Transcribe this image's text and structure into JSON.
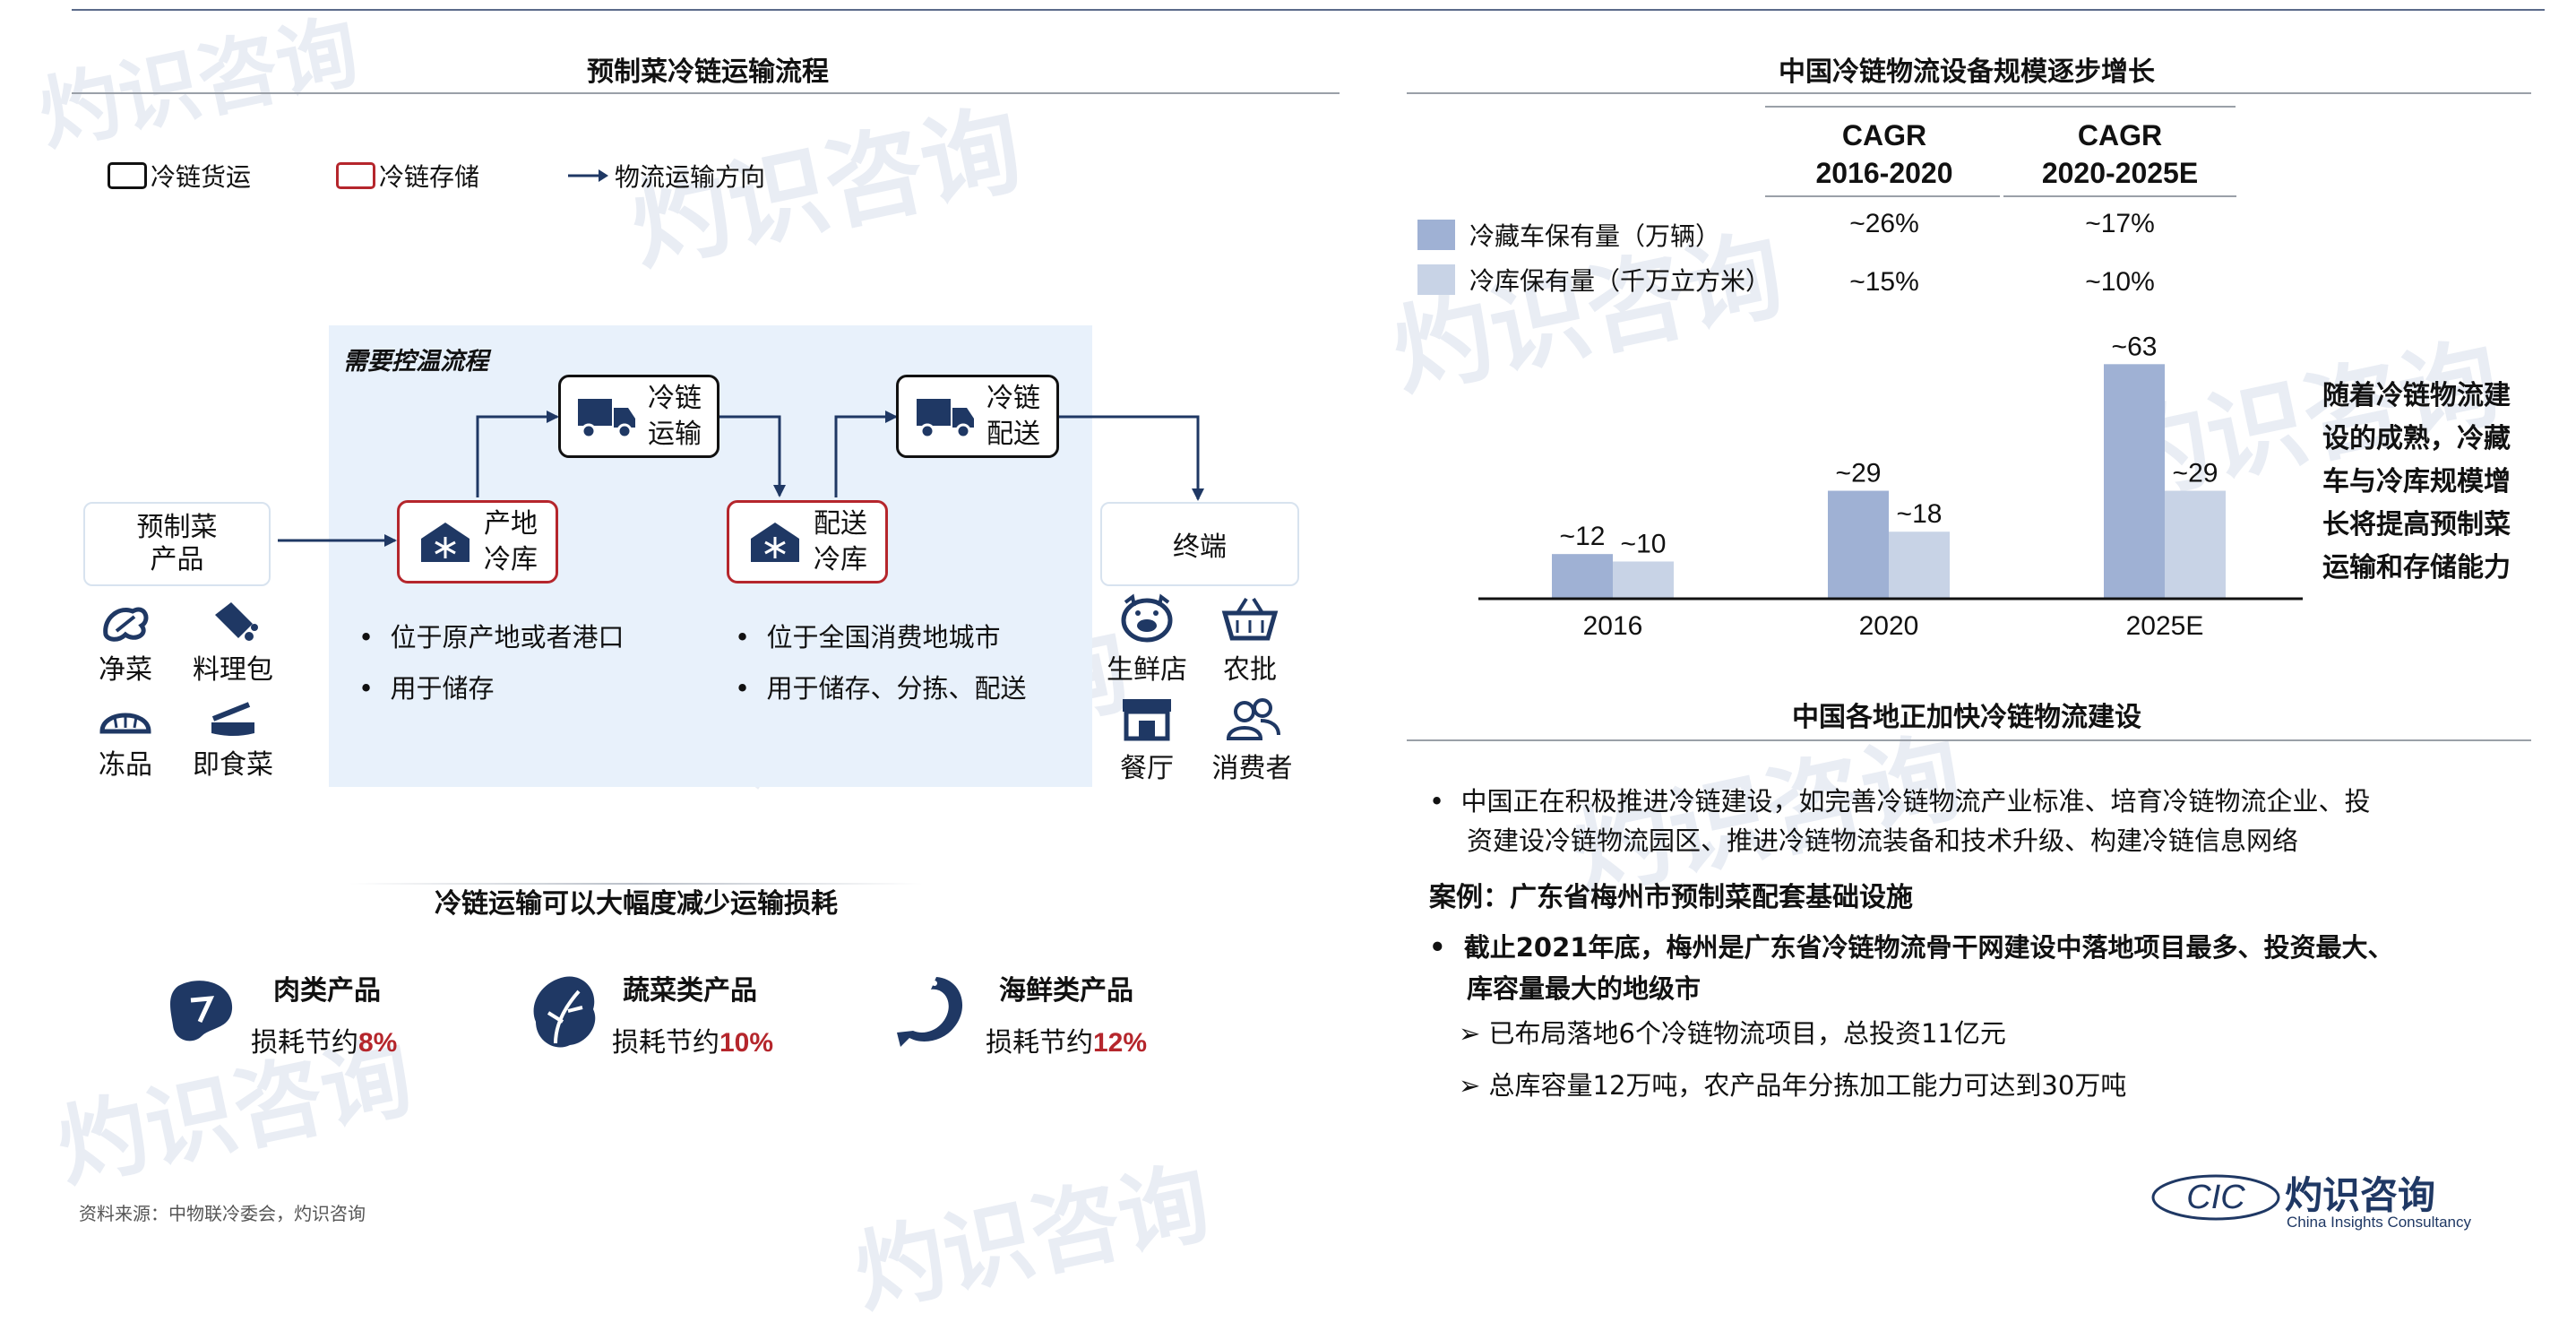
{
  "left": {
    "title": "预制菜冷链运输流程",
    "legend": {
      "cold_transport": "冷链货运",
      "cold_storage": "冷链存储",
      "direction": "物流运输方向"
    },
    "control_label": "需要控温流程",
    "source": {
      "label": "预制菜产品",
      "line1": "预制菜",
      "line2": "产品"
    },
    "items": [
      "净菜",
      "料理包",
      "冻品",
      "即食菜"
    ],
    "origin_storage": {
      "line1": "产地",
      "line2": "冷库"
    },
    "cold_transport": {
      "line1": "冷链",
      "line2": "运输"
    },
    "delivery_storage": {
      "line1": "配送",
      "line2": "冷库"
    },
    "cold_delivery": {
      "line1": "冷链",
      "line2": "配送"
    },
    "terminal": "终端",
    "terminals": [
      "生鲜店",
      "农批",
      "餐厅",
      "消费者"
    ],
    "origin_bullets": [
      "位于原产地或者港口",
      "用于储存"
    ],
    "delivery_bullets": [
      "位于全国消费地城市",
      "用于储存、分拣、配送"
    ],
    "loss_title": "冷链运输可以大幅度减少运输损耗",
    "losses": [
      {
        "name": "肉类产品",
        "prefix": "损耗节约",
        "value": "8%"
      },
      {
        "name": "蔬菜类产品",
        "prefix": "损耗节约",
        "value": "10%"
      },
      {
        "name": "海鲜类产品",
        "prefix": "损耗节约",
        "value": "12%"
      }
    ],
    "source_note": "资料来源：中物联冷委会，灼识咨询"
  },
  "right": {
    "title": "中国冷链物流设备规模逐步增长",
    "cagr_headers": [
      {
        "line1": "CAGR",
        "line2": "2016-2020"
      },
      {
        "line1": "CAGR",
        "line2": "2020-2025E"
      }
    ],
    "cagr_rows": [
      {
        "label": "冷藏车保有量（万辆）",
        "v1": "~26%",
        "v2": "~17%"
      },
      {
        "label": "冷库保有量（千万立方米）",
        "v1": "~15%",
        "v2": "~10%"
      }
    ],
    "note": [
      "随着冷链物流建",
      "设的成熟，冷藏",
      "车与冷库规模增",
      "长将提高预制菜",
      "运输和存储能力"
    ],
    "title2": "中国各地正加快冷链物流建设",
    "bullet1": [
      "中国正在积极推进冷链建设，如完善冷链物流产业标准、培育冷链物流企业、投",
      "资建设冷链物流园区、推进冷链物流装备和技术升级、构建冷链信息网络"
    ],
    "case_title": "案例：广东省梅州市预制菜配套基础设施",
    "bullet2": [
      "截止2021年底，梅州是广东省冷链物流骨干网建设中落地项目最多、投资最大、",
      "库容量最大的地级市"
    ],
    "sub_bullets": [
      "已布局落地6个冷链物流项目，总投资11亿元",
      "总库容量12万吨，农产品年分拣加工能力可达到30万吨"
    ]
  },
  "brand": {
    "name_cn": "灼识咨询",
    "name_en": "China Insights Consultancy",
    "mark": "CIC"
  },
  "colors": {
    "navy": "#1f3864",
    "red": "#b5262c",
    "bar1": "#9fb1d4",
    "bar2": "#c8d3e6",
    "panel": "#e8f1fb"
  },
  "chart_data": {
    "type": "bar",
    "categories": [
      "2016",
      "2020",
      "2025E"
    ],
    "series": [
      {
        "name": "冷藏车保有量（万辆）",
        "values": [
          12,
          29,
          63
        ],
        "labels": [
          "~12",
          "~29",
          "~63"
        ]
      },
      {
        "name": "冷库保有量（千万立方米）",
        "values": [
          10,
          18,
          29
        ],
        "labels": [
          "~10",
          "~18",
          "~29"
        ]
      }
    ],
    "ylim": [
      0,
      65
    ]
  }
}
